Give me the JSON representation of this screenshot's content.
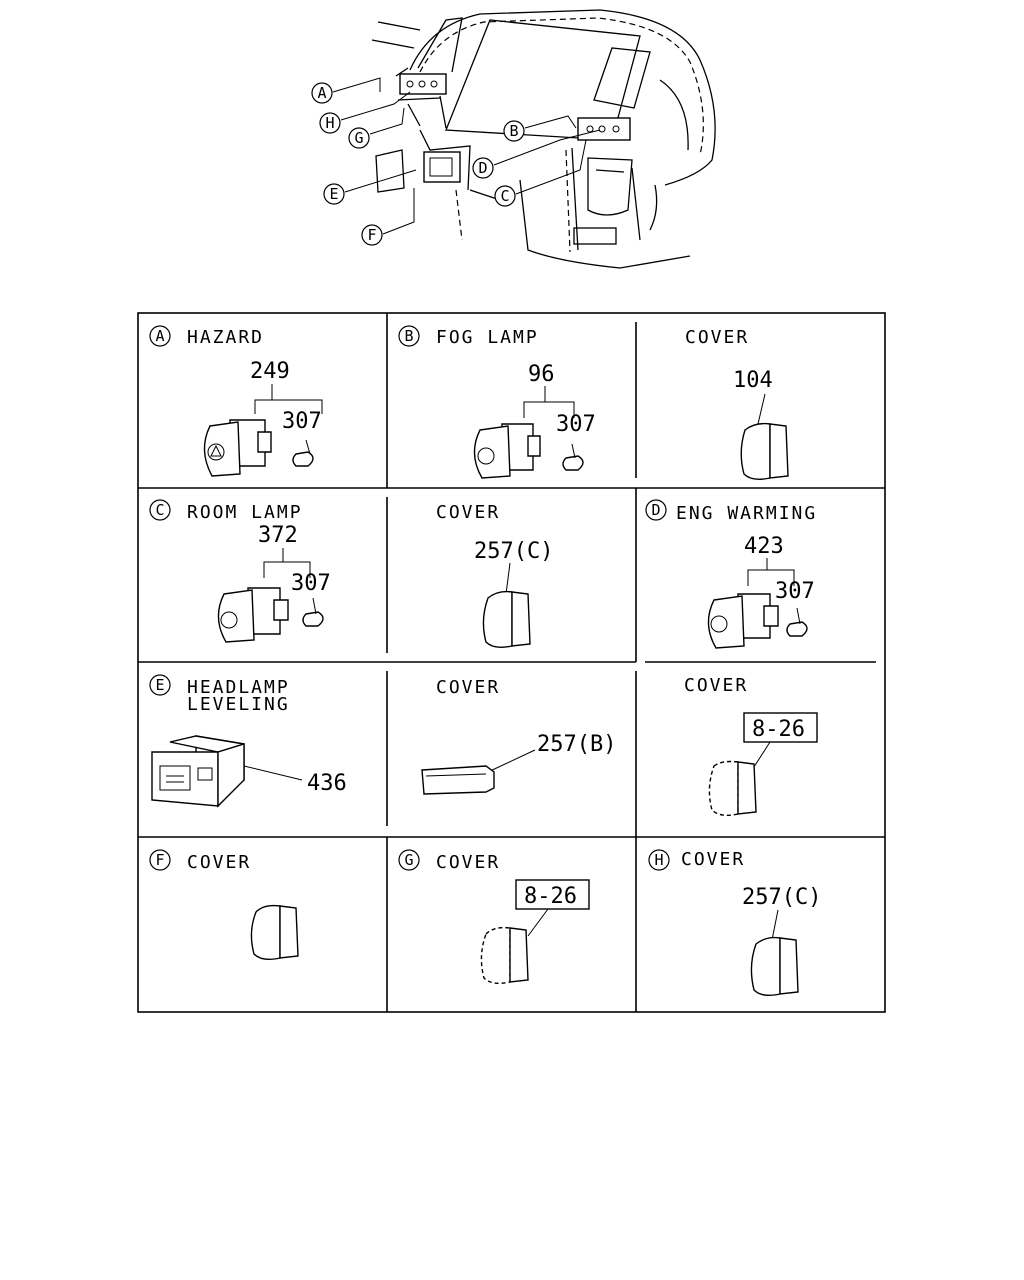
{
  "overview": {
    "callouts": [
      "A",
      "H",
      "G",
      "B",
      "D",
      "C",
      "E",
      "F"
    ]
  },
  "cells": {
    "a": {
      "letter": "A",
      "title": "HAZARD",
      "parts": [
        "249",
        "307"
      ]
    },
    "b": {
      "letter": "B",
      "title": "FOG LAMP",
      "parts": [
        "96",
        "307"
      ]
    },
    "b_cover": {
      "title": "COVER",
      "parts": [
        "104"
      ]
    },
    "c": {
      "letter": "C",
      "title": "ROOM LAMP",
      "parts": [
        "372",
        "307"
      ]
    },
    "c_cover": {
      "title": "COVER",
      "parts": [
        "257(C)"
      ]
    },
    "d": {
      "letter": "D",
      "title": "ENG WARMING",
      "parts": [
        "423",
        "307"
      ]
    },
    "e": {
      "letter": "E",
      "title_line1": "HEADLAMP",
      "title_line2": "LEVELING",
      "parts": [
        "436"
      ]
    },
    "e_cover": {
      "title": "COVER",
      "parts": [
        "257(B)"
      ]
    },
    "d_cover": {
      "title": "COVER",
      "ref": "8-26"
    },
    "f": {
      "letter": "F",
      "title": "COVER"
    },
    "g": {
      "letter": "G",
      "title": "COVER",
      "ref": "8-26"
    },
    "h": {
      "letter": "H",
      "title": "COVER",
      "parts": [
        "257(C)"
      ]
    }
  }
}
